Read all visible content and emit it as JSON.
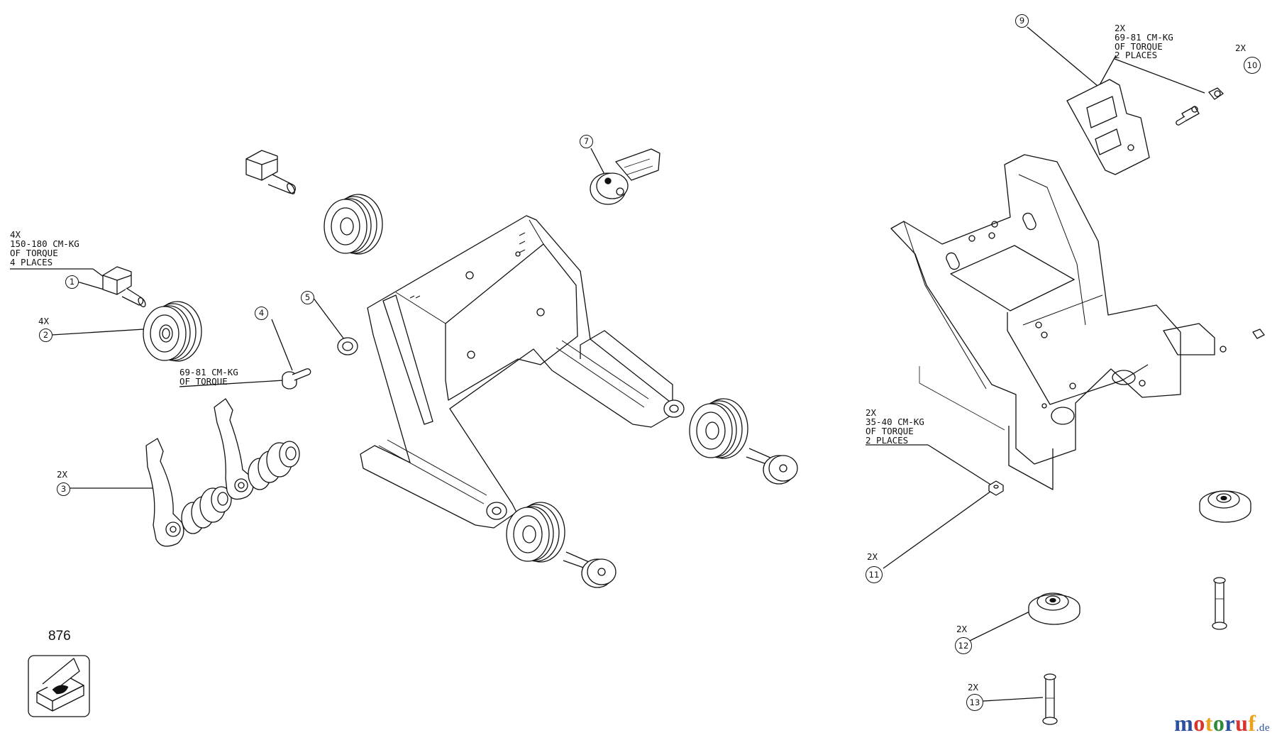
{
  "callouts": [
    {
      "id": "callout-1",
      "num": "1"
    },
    {
      "id": "callout-2",
      "num": "2"
    },
    {
      "id": "callout-3",
      "num": "3"
    },
    {
      "id": "callout-4",
      "num": "4"
    },
    {
      "id": "callout-5",
      "num": "5"
    },
    {
      "id": "callout-7",
      "num": "7"
    },
    {
      "id": "callout-9",
      "num": "9"
    },
    {
      "id": "callout-10",
      "num": "10"
    },
    {
      "id": "callout-11",
      "num": "11"
    },
    {
      "id": "callout-12",
      "num": "12"
    },
    {
      "id": "callout-13",
      "num": "13"
    }
  ],
  "notes": {
    "part1": [
      "4X",
      "150-180 CM-KG",
      "OF TORQUE",
      "4 PLACES"
    ],
    "part2": "4X",
    "part3": "2X",
    "part4": [
      "69-81 CM-KG",
      "OF TORQUE"
    ],
    "part9_10": [
      "2X",
      "69-81 CM-KG",
      "OF TORQUE",
      "2 PLACES"
    ],
    "part10": "2X",
    "part11_torque": [
      "2X",
      "35-40 CM-KG",
      "OF TORQUE",
      "2 PLACES"
    ],
    "part11": "2X",
    "part12": "2X",
    "part13": "2X"
  },
  "kit_number": "876",
  "watermark": {
    "name": "motoruf",
    "suffix": ".de",
    "colors": [
      "#2b4fa0",
      "#d9342b",
      "#e9a21c",
      "#2e8b3a"
    ]
  }
}
